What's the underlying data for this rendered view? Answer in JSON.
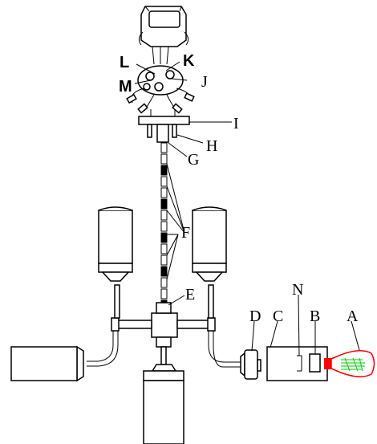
{
  "labels": {
    "A": "A",
    "B": "B",
    "C": "C",
    "D": "D",
    "E": "E",
    "F": "F",
    "G": "G",
    "H": "H",
    "I": "I",
    "J": "J",
    "K": "K",
    "L": "L",
    "M": "M",
    "N": "N"
  },
  "colors": {
    "line": "#000000",
    "bulb_outline": "#ff0000",
    "filament": "#00cc00",
    "background": "#ffffff"
  }
}
